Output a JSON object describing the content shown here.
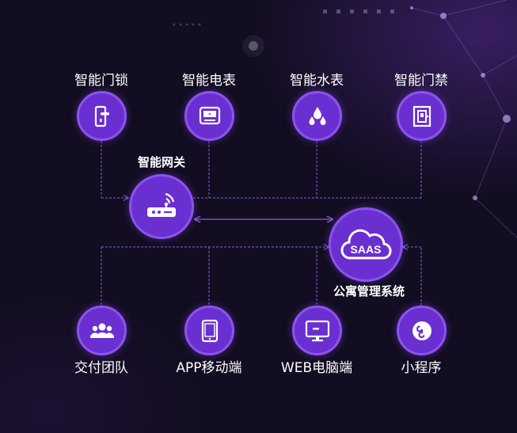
{
  "devices": [
    {
      "label": "智能门锁",
      "icon": "door-lock-icon"
    },
    {
      "label": "智能电表",
      "icon": "electric-meter-icon"
    },
    {
      "label": "智能水表",
      "icon": "water-meter-icon"
    },
    {
      "label": "智能门禁",
      "icon": "access-control-icon"
    }
  ],
  "gateway": {
    "label": "智能网关",
    "icon": "router-icon"
  },
  "saas": {
    "badge": "SAAS",
    "label": "公寓管理系统",
    "icon": "cloud-icon"
  },
  "clients": [
    {
      "label": "交付团队",
      "icon": "team-icon"
    },
    {
      "label": "APP移动端",
      "icon": "tablet-icon"
    },
    {
      "label": "WEB电脑端",
      "icon": "monitor-icon"
    },
    {
      "label": "小程序",
      "icon": "mini-program-icon"
    }
  ],
  "colors": {
    "accent": "#6a2fd0",
    "line": "#8a5ce0",
    "background": "#120d20"
  }
}
